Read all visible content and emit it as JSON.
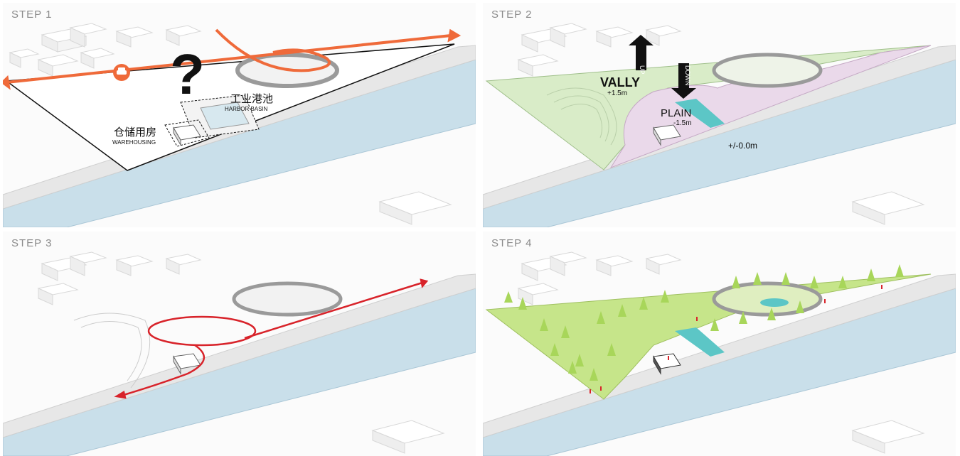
{
  "steps": [
    {
      "label": "STEP 1",
      "annotations": {
        "question_mark": "?",
        "harbor_cn": "工业港池",
        "harbor_en": "HARBOR BASIN",
        "warehouse_cn": "仓储用房",
        "warehouse_en": "WAREHOUSING"
      }
    },
    {
      "label": "STEP 2",
      "annotations": {
        "valley": "VALLY",
        "valley_level": "+1.5m",
        "up": "UP",
        "down": "DOWN",
        "plain": "PLAIN",
        "plain_level": "-1.5m",
        "base_level": "+/-0.0m"
      }
    },
    {
      "label": "STEP 3"
    },
    {
      "label": "STEP 4"
    }
  ],
  "colors": {
    "water": "#c9dfea",
    "road_orange": "#ef6a3a",
    "valley_green": "#d9ecc8",
    "plain_pink": "#ead9ea",
    "path_red": "#d8232a",
    "tree_green": "#a8d65a",
    "lawn_green": "#c6e58a",
    "channel_teal": "#5cc6c6"
  },
  "icons": [
    "car-icon",
    "up-arrow-icon",
    "down-arrow-icon"
  ]
}
